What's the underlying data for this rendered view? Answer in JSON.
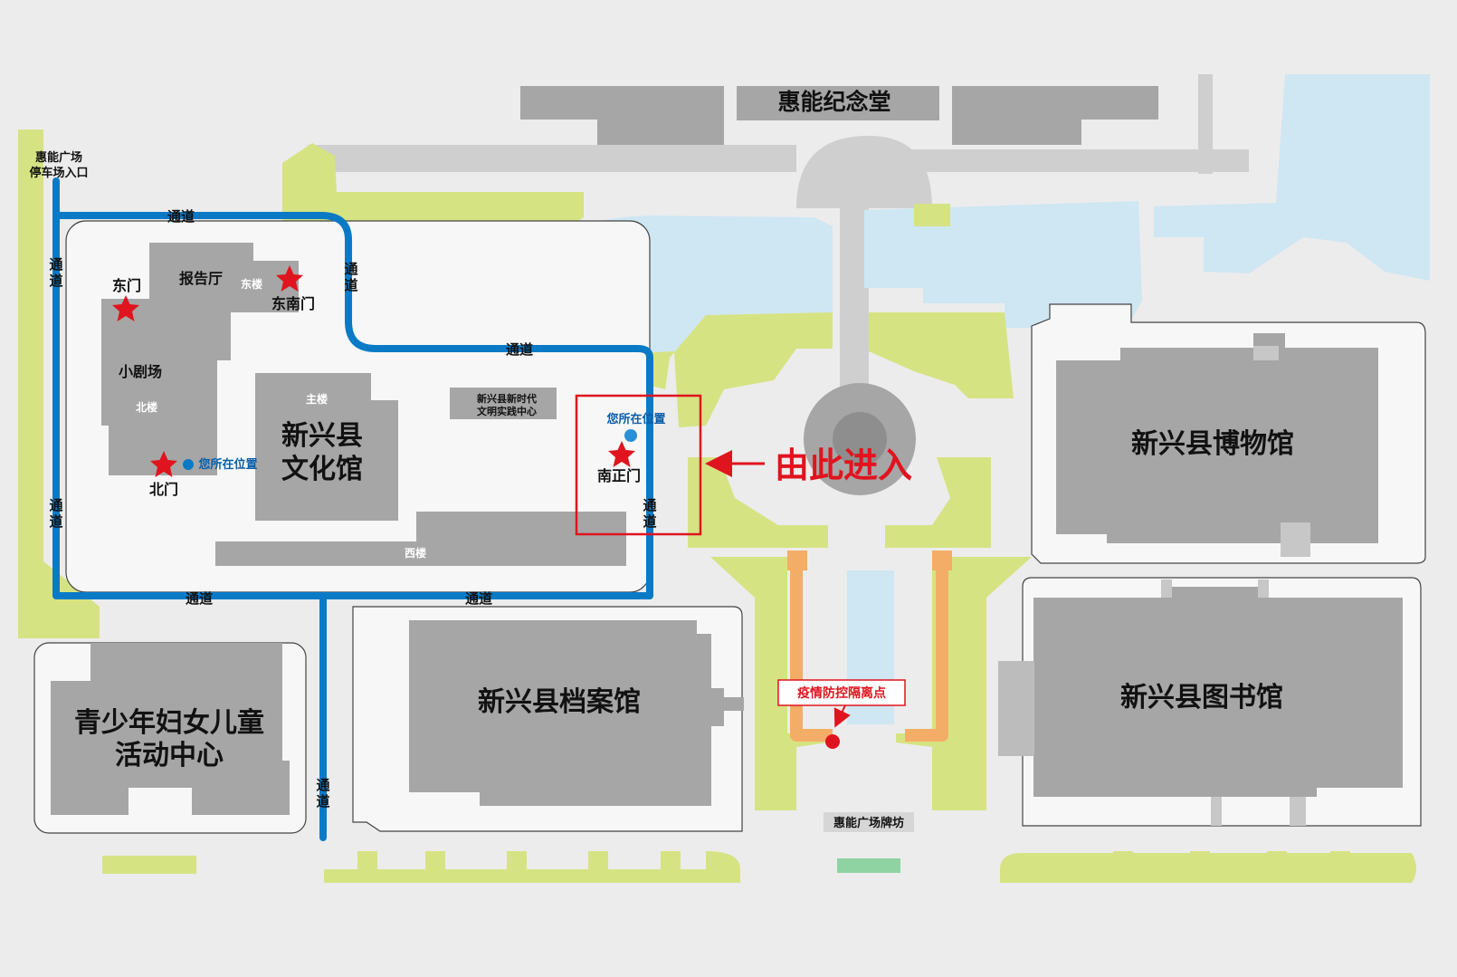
{
  "map": {
    "buildings": {
      "memorial_hall": "惠能纪念堂",
      "museum": "新兴县博物馆",
      "library": "新兴县图书馆",
      "archives": "新兴县档案馆",
      "culture_hall_line1": "新兴县",
      "culture_hall_line2": "文化馆",
      "youth_center_line1": "青少年妇女儿童",
      "youth_center_line2": "活动中心",
      "civilization_center_line1": "新兴县新时代",
      "civilization_center_line2": "文明实践中心",
      "report_hall": "报告厅",
      "small_theater": "小剧场",
      "east_building": "东楼",
      "north_building": "北楼",
      "main_building": "主楼",
      "west_building": "西楼"
    },
    "gates": {
      "east_gate": "东门",
      "southeast_gate": "东南门",
      "north_gate": "北门",
      "south_main_gate": "南正门"
    },
    "parking_line1": "惠能广场",
    "parking_line2": "停车场入口",
    "passage_horizontal": "通道",
    "passage_v1": "通",
    "passage_v2": "道",
    "you_are_here": "您所在位置",
    "enter_here": "由此进入",
    "quarantine_point": "疫情防控隔离点",
    "archway": "惠能广场牌坊"
  },
  "colors": {
    "background": "#ececec",
    "building": "#a6a6a6",
    "plot": "#f7f7f7",
    "grass": "#d6e383",
    "water": "#cfe6f3",
    "road": "#cfcfcf",
    "route": "#0a7ac6",
    "star": "#e0141e",
    "highlight": "#e0141e",
    "you_dot": "#0a7ac6",
    "path_orange": "#f4ad66",
    "archway_mark": "#8fd3a3"
  }
}
